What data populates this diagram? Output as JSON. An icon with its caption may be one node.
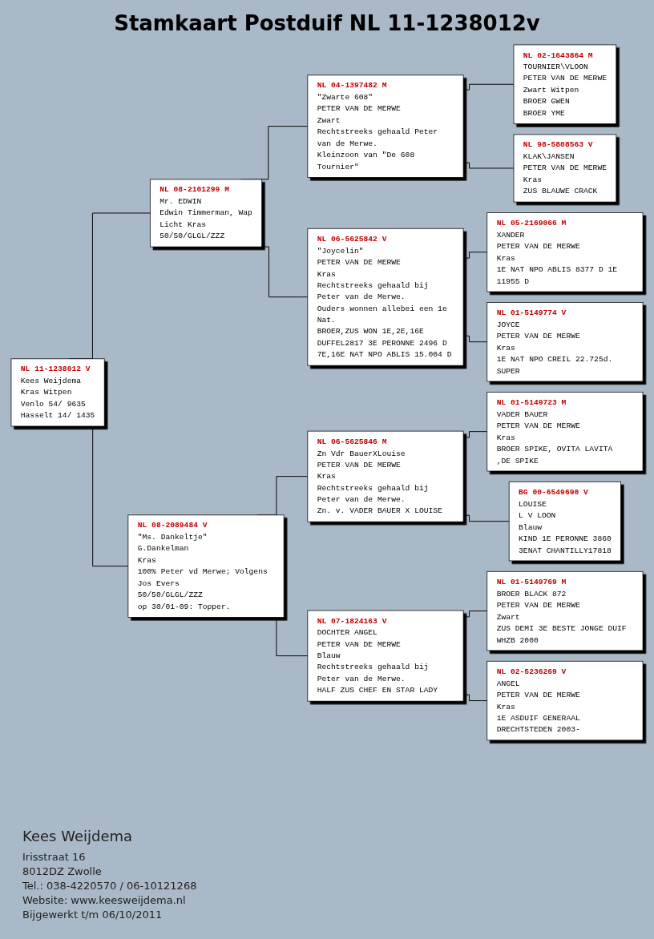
{
  "diagram": {
    "title": "Stamkaart Postduif NL 11-1238012v",
    "nodes": [
      {
        "text": [
          "NL 11-1238012 V",
          "Kees Weijdema",
          "Kras Witpen",
          "Venlo 54/ 9635",
          "Hasselt 14/ 1435"
        ]
      },
      {
        "text": [
          "NL 08-2101299 M",
          "Mr. EDWIN",
          "Edwin Timmerman, Wap",
          "Licht Kras",
          "50/50/GLGL/ZZZ"
        ]
      },
      {
        "text": [
          "NL 04-1397482 M",
          "\"Zwarte 608\"",
          "PETER VAN DE MERWE",
          "Zwart",
          "Rechtstreeks gehaald Peter van de Merwe.",
          "Kleinzoon van \"De 608 Tournier\""
        ]
      },
      {
        "text": [
          "NL 02-1643864 M",
          "TOURNIER\\VLOON",
          "PETER VAN DE MERWE",
          "Zwart Witpen",
          "BROER GWEN",
          "BROER YME"
        ]
      },
      {
        "text": [
          "NL 98-5808563 V",
          "KLAK\\JANSEN",
          "PETER VAN DE MERWE",
          "Kras",
          "ZUS BLAUWE CRACK"
        ]
      },
      {
        "text": [
          "NL 06-5625842 V",
          "\"Joycelin\"",
          "PETER VAN DE MERWE",
          "Kras",
          "Rechtstreeks gehaald bij Peter van de Merwe.",
          "Ouders wonnen allebei een 1e Nat.",
          "BROER,ZUS WON 1E,2E,16E DUFFEL2817 3E PERONNE 2496 D 7E,16E NAT NPO ABLIS 15.004 D"
        ]
      },
      {
        "text": [
          "NL 05-2169066 M",
          "XANDER",
          "PETER VAN DE MERWE",
          "Kras",
          "1E NAT NPO ABLIS 8377 D 1E 11955 D"
        ]
      },
      {
        "text": [
          "NL 01-5149774 V",
          "JOYCE",
          "PETER VAN DE MERWE",
          "Kras",
          "1E NAT NPO CREIL 22.725d. SUPER"
        ]
      },
      {
        "text": [
          "NL 08-2089484 V",
          "\"Ms. Dankeltje\"",
          "G.Dankelman",
          "Kras",
          "100% Peter vd Merwe; Volgens Jos Evers",
          "50/50/GLGL/ZZZ",
          "op 30/01-09: Topper."
        ]
      },
      {
        "text": [
          "NL 06-5625846 M",
          "Zn Vdr BauerXLouise",
          "PETER VAN DE MERWE",
          "Kras",
          "Rechtstreeks gehaald bij Peter van de Merwe.",
          "Zn. v. VADER BAUER X LOUISE"
        ]
      },
      {
        "text": [
          "NL 01-5149723 M",
          "VADER BAUER",
          "PETER VAN DE MERWE",
          "Kras",
          "BROER SPIKE, OVITA LAVITA ,DE SPIKE"
        ]
      },
      {
        "text": [
          "BG 00-6549690 V",
          "LOUISE",
          "L V LOON",
          "Blauw",
          "KIND 1E PERONNE 3860",
          "3ENAT CHANTILLY17818"
        ]
      },
      {
        "text": [
          "NL 07-1824163 V",
          "DOCHTER ANGEL",
          "PETER VAN DE MERWE",
          "Blauw",
          "Rechtstreeks gehaald bij Peter van de Merwe.",
          "HALF ZUS CHEF EN STAR LADY"
        ]
      },
      {
        "text": [
          "NL 01-5149769 M",
          "BROER BLACK 872",
          "PETER VAN DE MERWE",
          "Zwart",
          "ZUS DEMI 3E BESTE JONGE DUIF WHZB 2000"
        ]
      },
      {
        "text": [
          "NL 02-5236269 V",
          "ANGEL",
          "PETER VAN DE MERWE",
          "Kras",
          "1E ASDUIF GENERAAL DRECHTSTEDEN 2003-"
        ]
      }
    ],
    "edges": [
      {
        "from": 0,
        "to": 1,
        "arrow": "none"
      },
      {
        "from": 1,
        "to": 2,
        "arrow": "none"
      },
      {
        "from": 2,
        "to": 3,
        "arrow": "none"
      },
      {
        "from": 2,
        "to": 4,
        "arrow": "none"
      },
      {
        "from": 1,
        "to": 5,
        "arrow": "none"
      },
      {
        "from": 5,
        "to": 6,
        "arrow": "none"
      },
      {
        "from": 5,
        "to": 7,
        "arrow": "none"
      },
      {
        "from": 0,
        "to": 8,
        "arrow": "none"
      },
      {
        "from": 8,
        "to": 9,
        "arrow": "none"
      },
      {
        "from": 9,
        "to": 10,
        "arrow": "none"
      },
      {
        "from": 9,
        "to": 11,
        "arrow": "none"
      },
      {
        "from": 8,
        "to": 12,
        "arrow": "none"
      },
      {
        "from": 12,
        "to": 13,
        "arrow": "none"
      },
      {
        "from": 12,
        "to": 14,
        "arrow": "none"
      }
    ],
    "labels": [
      "Kees Weijdema",
      "Irisstraat 16",
      "8012DZ Zwolle",
      "Tel.: 038-4220570 / 06-10121268",
      "Website: www.keesweijdema.nl",
      "Bijgewerkt t/m 06/10/2011"
    ]
  }
}
